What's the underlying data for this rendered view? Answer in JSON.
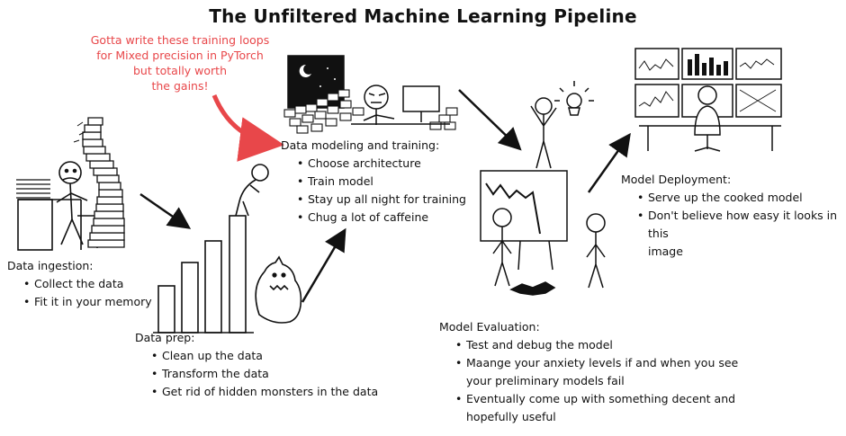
{
  "title": "The Unfiltered Machine Learning Pipeline",
  "note": "Gotta write these training loops\nfor Mixed precision in PyTorch\nbut totally worth\nthe gains!",
  "stages": [
    {
      "heading": "Data ingestion:",
      "items": [
        "Collect the data",
        "Fit it in your memory"
      ]
    },
    {
      "heading": "Data prep:",
      "items": [
        "Clean up the data",
        "Transform the data",
        "Get rid of hidden monsters in the data"
      ]
    },
    {
      "heading": "Data modeling and training:",
      "items": [
        "Choose architecture",
        "Train model",
        "Stay up all night for training",
        "Chug a lot of caffeine"
      ]
    },
    {
      "heading": "Model Evaluation:",
      "items": [
        "Test and debug the model",
        "Maange your anxiety levels if and when you see",
        "your preliminary models fail",
        "Eventually come up with something decent and",
        "hopefully useful"
      ]
    },
    {
      "heading": "Model Deployment:",
      "items": [
        "Serve up the cooked model",
        "Don't believe how easy it looks in this",
        "image"
      ]
    }
  ]
}
